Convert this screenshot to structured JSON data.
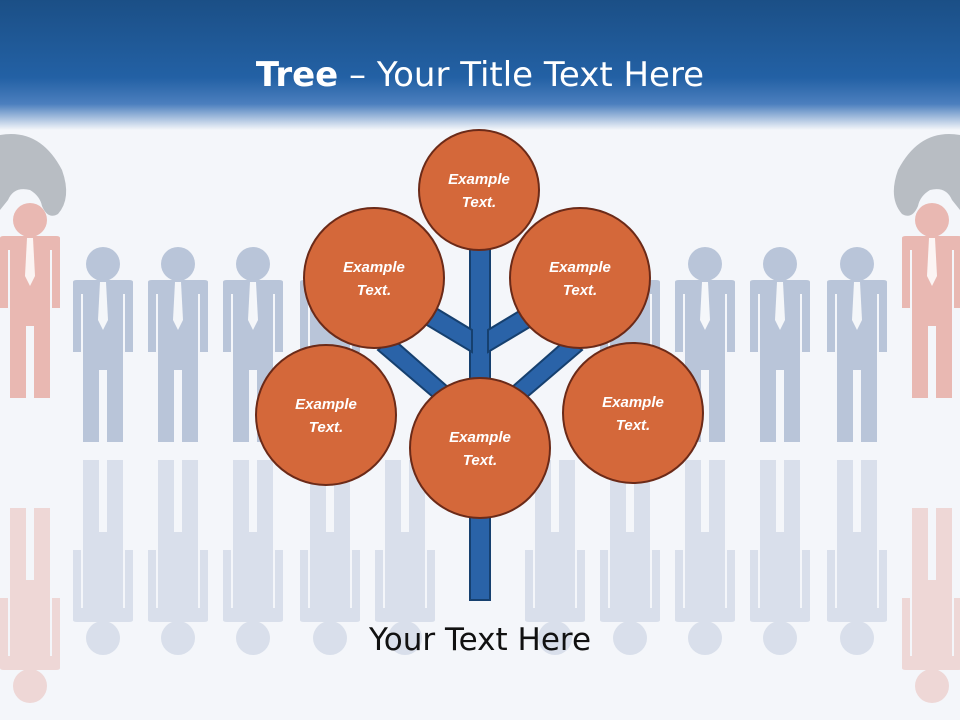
{
  "slide": {
    "title_bold": "Tree",
    "title_rest": " – Your Title Text Here",
    "bottom_text": "Your Text Here"
  },
  "nodes": [
    {
      "label": "Example\nText."
    },
    {
      "label": "Example\nText."
    },
    {
      "label": "Example\nText."
    },
    {
      "label": "Example\nText."
    },
    {
      "label": "Example\nText."
    },
    {
      "label": "Example\nText."
    }
  ],
  "colors": {
    "node_fill": "#d4683a",
    "node_stroke": "#6b2a18",
    "branch_fill": "#2a63a8",
    "branch_stroke": "#16406f",
    "header": "#1f5a9c",
    "figure_blue": "#b7c3d8",
    "figure_red": "#e8b3ad",
    "hand_gray": "#b9bec4"
  },
  "icons": [
    "businessman-figure-icon",
    "hand-icon"
  ]
}
